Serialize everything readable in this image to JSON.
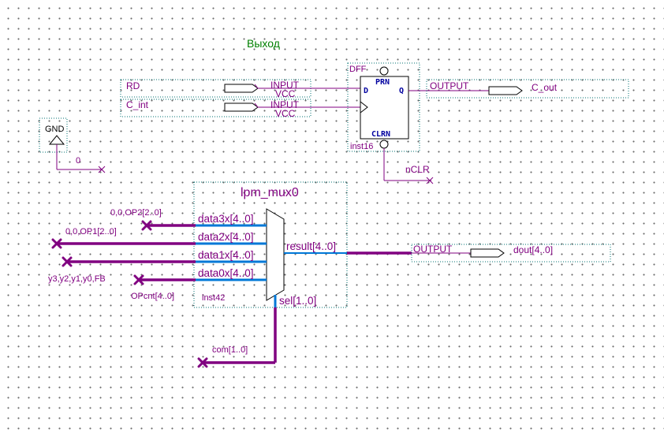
{
  "title": "Выход",
  "pins": {
    "rd": {
      "name": "RD",
      "type": "INPUT",
      "default": "VCC"
    },
    "c_int": {
      "name": "C_int",
      "type": "INPUT",
      "default": "VCC"
    },
    "c_out": {
      "name": "C_out",
      "type": "OUTPUT"
    },
    "dout": {
      "name": "dout[4..0]",
      "type": "OUTPUT"
    }
  },
  "gnd": {
    "label": "GND",
    "net": "0"
  },
  "dff": {
    "type": "DFF",
    "instance": "inst16",
    "ports": {
      "prn": "PRN",
      "d": "D",
      "q": "Q",
      "clrn": "CLRN"
    },
    "clr_net": "nCLR"
  },
  "mux": {
    "name": "lpm_mux0",
    "instance": "inst42",
    "inputs": [
      "data3x[4..0]",
      "data2x[4..0]",
      "data1x[4..0]",
      "data0x[4..0]"
    ],
    "output": "result[4..0]",
    "select": "sel[1..0]"
  },
  "nets": {
    "data3": "0,0,OP2[2..0]",
    "data2": "0,0,OP1[2..0]",
    "data1": "y3,y2,y1,y0,FB",
    "data0": "OPcnt[4..0]",
    "sel": "com[1..0]"
  },
  "colors": {
    "wire": "#800080",
    "port_bar": "#0078d7",
    "title": "#008000",
    "box": "#007070"
  }
}
